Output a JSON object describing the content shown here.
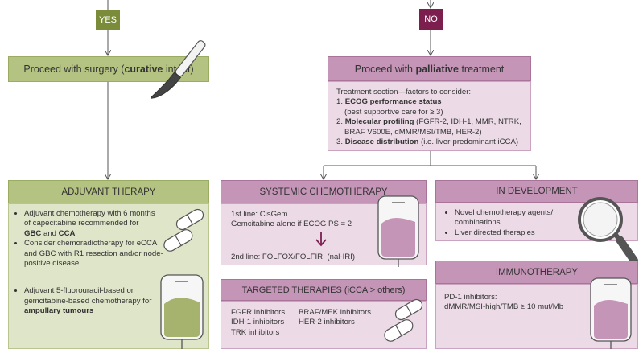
{
  "decision": {
    "yes": "YES",
    "no": "NO"
  },
  "surgery": {
    "pre": "Proceed with surgery (",
    "bold": "curative",
    "post": " intent)"
  },
  "palliative": {
    "pre": "Proceed with ",
    "bold": "palliative",
    "post": " treatment",
    "intro": "Treatment section—factors to consider:",
    "items": [
      {
        "num": "1.",
        "bold": "ECOG performance status",
        "rest": "",
        "sub": "(best supportive care for ≥ 3)"
      },
      {
        "num": "2.",
        "bold": "Molecular profiling",
        "rest": " (FGFR-2, IDH-1, MMR, NTRK,",
        "sub": "BRAF V600E, dMMR/MSI/TMB, HER-2)"
      },
      {
        "num": "3.",
        "bold": "Disease distribution",
        "rest": " (i.e. liver-predominant iCCA)",
        "sub": ""
      }
    ]
  },
  "adjuvant": {
    "title": "ADJUVANT THERAPY",
    "b1": {
      "line1": "Adjuvant chemotherapy with 6 months",
      "line2": "of capecitabine recommended for",
      "bold1": "GBC",
      "and": " and ",
      "bold2": "CCA"
    },
    "b2": {
      "line1": "Consider chemoradiotherapy for eCCA",
      "line2": "and GBC with R1 resection and/or node-",
      "line3": "positive disease"
    },
    "b3": {
      "line1": "Adjuvant 5-fluorouracil-based or",
      "line2": "gemcitabine-based chemotherapy for",
      "bold": "ampullary tumours"
    }
  },
  "systemic": {
    "title": "SYSTEMIC CHEMOTHERAPY",
    "first": "1st line: CisGem",
    "gem": "Gemcitabine alone if ECOG PS = 2",
    "second": "2nd line: FOLFOX/FOLFIRI (nal-IRI)"
  },
  "targeted": {
    "title": "TARGETED THERAPIES (iCCA > others)",
    "col1": [
      "FGFR inhibitors",
      "IDH-1 inhibitors",
      "TRK inhibitors"
    ],
    "col2": [
      "BRAF/MEK inhibitors",
      "HER-2 inhibitors"
    ]
  },
  "development": {
    "title": "IN DEVELOPMENT",
    "items": [
      "Novel chemotherapy agents/",
      "combinations",
      "Liver directed therapies"
    ]
  },
  "immuno": {
    "title": "IMMUNOTHERAPY",
    "line1": "PD-1 inhibitors:",
    "line2": "dMMR/MSI-high/TMB ≥ 10 mut/Mb"
  },
  "colors": {
    "green_dark": "#7a8c3a",
    "green_head": "#b4c382",
    "green_body": "#dfe5c8",
    "plum_dark": "#7c1f4e",
    "plum_head": "#c495b7",
    "plum_body": "#ecdbe7"
  }
}
